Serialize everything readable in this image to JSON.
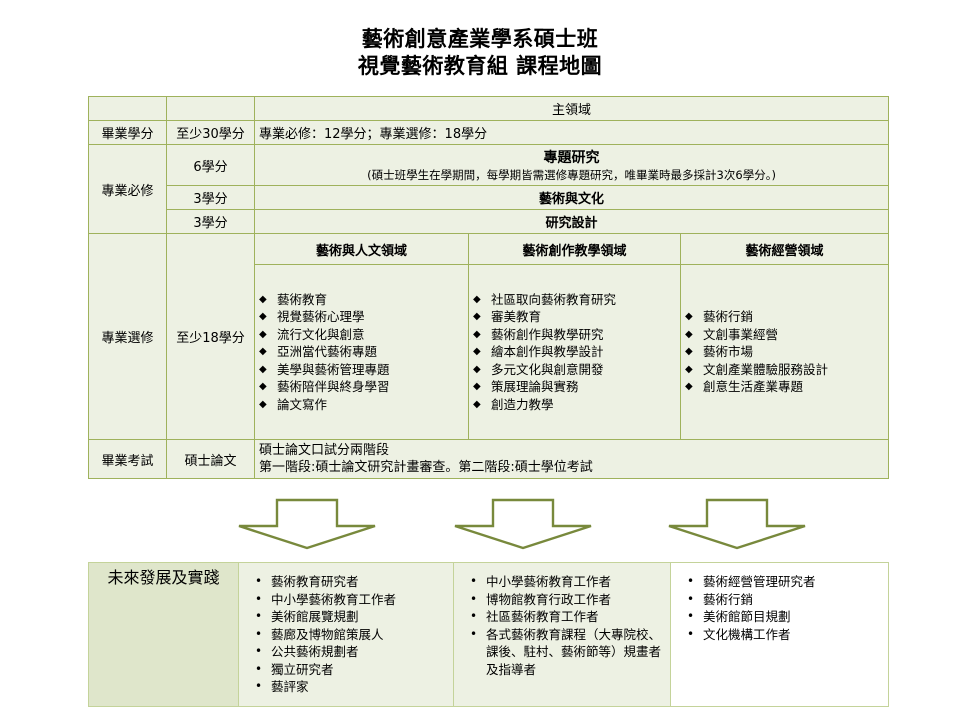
{
  "title": {
    "line1": "藝術創意產業學系碩士班",
    "line2": "視覺藝術教育組  課程地圖"
  },
  "colors": {
    "border": "#9fb25c",
    "cell_pale": "#edf1e3",
    "cell_green": "#dfe6cb",
    "arrow_stroke": "#78893c",
    "bottom_border": "#c4d39a"
  },
  "table": {
    "main_domain_header": "主領域",
    "rows": {
      "graduation_credits": {
        "label": "畢業學分",
        "credits": "至少30學分",
        "content": "專業必修：12學分；專業選修：18學分"
      },
      "required": {
        "label": "專業必修",
        "items": [
          {
            "credits": "6學分",
            "title": "專題研究",
            "note": "(碩士班學生在學期間，每學期皆需選修專題研究，唯畢業時最多採計3次6學分。)"
          },
          {
            "credits": "3學分",
            "title": "藝術與文化",
            "note": ""
          },
          {
            "credits": "3學分",
            "title": "研究設計",
            "note": ""
          }
        ]
      },
      "elective": {
        "label": "專業選修",
        "credits": "至少18學分",
        "domains": [
          {
            "name": "藝術與人文領域",
            "courses": [
              "藝術教育",
              "視覺藝術心理學",
              "流行文化與創意",
              "亞洲當代藝術專題",
              "美學與藝術管理專題",
              "藝術陪伴與終身學習",
              "論文寫作"
            ]
          },
          {
            "name": "藝術創作教學領域",
            "courses": [
              "社區取向藝術教育研究",
              "審美教育",
              "藝術創作與教學研究",
              "繪本創作與教學設計",
              "多元文化與創意開發",
              "策展理論與實務",
              "創造力教學"
            ]
          },
          {
            "name": "藝術經營領域",
            "courses": [
              "藝術行銷",
              "文創事業經營",
              "藝術市場",
              "文創產業體驗服務設計",
              "創意生活產業專題"
            ]
          }
        ]
      },
      "exam": {
        "label": "畢業考試",
        "credits": "碩士論文",
        "line1": "碩士論文口試分兩階段",
        "line2": "第一階段:碩士論文研究計畫審查。第二階段:碩士學位考試"
      }
    }
  },
  "arrows": {
    "count": 3,
    "direction": "down"
  },
  "future": {
    "label": "未來發展及實踐",
    "columns": [
      {
        "items": [
          "藝術教育研究者",
          "中小學藝術教育工作者",
          "美術館展覽規劃",
          "藝廊及博物館策展人",
          "公共藝術規劃者",
          "獨立研究者",
          "藝評家"
        ]
      },
      {
        "items": [
          "中小學藝術教育工作者",
          "博物館教育行政工作者",
          "社區藝術教育工作者",
          "各式藝術教育課程（大專院校、課後、駐村、藝術節等）規畫者及指導者"
        ]
      },
      {
        "items": [
          "藝術經營管理研究者",
          "藝術行銷",
          "美術館節目規劃",
          "文化機構工作者"
        ]
      }
    ]
  }
}
